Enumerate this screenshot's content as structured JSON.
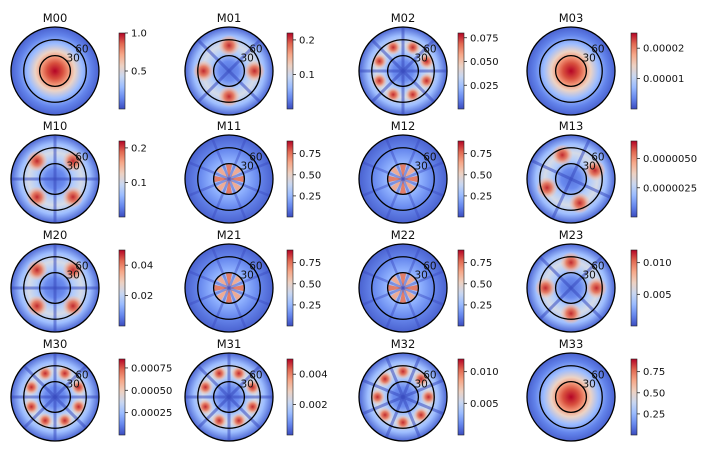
{
  "chart_data": {
    "type": "heatmap",
    "layout": {
      "rows": 4,
      "cols": 4
    },
    "colormap": "coolwarm",
    "radial_labels": [
      "30",
      "60"
    ],
    "panels": [
      {
        "title": "M00",
        "pattern": {
          "kind": "center"
        },
        "ticks": [
          {
            "v": 0.5,
            "l": "0.5"
          },
          {
            "v": 1.0,
            "l": "1.0"
          }
        ],
        "vmax": 1.0
      },
      {
        "title": "M01",
        "pattern": {
          "kind": "ring",
          "m": 4,
          "rot": 0
        },
        "ticks": [
          {
            "v": 0.1,
            "l": "0.1"
          },
          {
            "v": 0.2,
            "l": "0.2"
          }
        ],
        "vmax": 0.22
      },
      {
        "title": "M02",
        "pattern": {
          "kind": "ring",
          "m": 8,
          "rot": 22.5
        },
        "ticks": [
          {
            "v": 0.025,
            "l": "0.025"
          },
          {
            "v": 0.05,
            "l": "0.050"
          },
          {
            "v": 0.075,
            "l": "0.075"
          }
        ],
        "vmax": 0.08
      },
      {
        "title": "M03",
        "pattern": {
          "kind": "center"
        },
        "ticks": [
          {
            "v": 1e-05,
            "l": "0.00001"
          },
          {
            "v": 2e-05,
            "l": "0.00002"
          }
        ],
        "vmax": 2.5e-05
      },
      {
        "title": "M10",
        "pattern": {
          "kind": "ring",
          "m": 4,
          "rot": 45
        },
        "ticks": [
          {
            "v": 0.1,
            "l": "0.1"
          },
          {
            "v": 0.2,
            "l": "0.2"
          }
        ],
        "vmax": 0.22
      },
      {
        "title": "M11",
        "pattern": {
          "kind": "inner",
          "m": 8
        },
        "ticks": [
          {
            "v": 0.25,
            "l": "0.25"
          },
          {
            "v": 0.5,
            "l": "0.50"
          },
          {
            "v": 0.75,
            "l": "0.75"
          }
        ],
        "vmax": 0.9
      },
      {
        "title": "M12",
        "pattern": {
          "kind": "inner",
          "m": 8
        },
        "ticks": [
          {
            "v": 0.25,
            "l": "0.25"
          },
          {
            "v": 0.5,
            "l": "0.50"
          },
          {
            "v": 0.75,
            "l": "0.75"
          }
        ],
        "vmax": 0.9
      },
      {
        "title": "M13",
        "pattern": {
          "kind": "ring",
          "m": 4,
          "rot": 20
        },
        "ticks": [
          {
            "v": 2.5e-06,
            "l": "0.0000025"
          },
          {
            "v": 5e-06,
            "l": "0.0000050"
          }
        ],
        "vmax": 6.5e-06
      },
      {
        "title": "M20",
        "pattern": {
          "kind": "ring",
          "m": 4,
          "rot": 45
        },
        "ticks": [
          {
            "v": 0.02,
            "l": "0.02"
          },
          {
            "v": 0.04,
            "l": "0.04"
          }
        ],
        "vmax": 0.05
      },
      {
        "title": "M21",
        "pattern": {
          "kind": "inner",
          "m": 8
        },
        "ticks": [
          {
            "v": 0.25,
            "l": "0.25"
          },
          {
            "v": 0.5,
            "l": "0.50"
          },
          {
            "v": 0.75,
            "l": "0.75"
          }
        ],
        "vmax": 0.9
      },
      {
        "title": "M22",
        "pattern": {
          "kind": "inner",
          "m": 8
        },
        "ticks": [
          {
            "v": 0.25,
            "l": "0.25"
          },
          {
            "v": 0.5,
            "l": "0.50"
          },
          {
            "v": 0.75,
            "l": "0.75"
          }
        ],
        "vmax": 0.9
      },
      {
        "title": "M23",
        "pattern": {
          "kind": "ring",
          "m": 4,
          "rot": 0
        },
        "ticks": [
          {
            "v": 0.005,
            "l": "0.005"
          },
          {
            "v": 0.01,
            "l": "0.010"
          }
        ],
        "vmax": 0.012
      },
      {
        "title": "M30",
        "pattern": {
          "kind": "ring",
          "m": 8,
          "rot": 22.5
        },
        "ticks": [
          {
            "v": 0.00025,
            "l": "0.00025"
          },
          {
            "v": 0.0005,
            "l": "0.00050"
          },
          {
            "v": 0.00075,
            "l": "0.00075"
          }
        ],
        "vmax": 0.00085
      },
      {
        "title": "M31",
        "pattern": {
          "kind": "ring",
          "m": 8,
          "rot": 22.5
        },
        "ticks": [
          {
            "v": 0.002,
            "l": "0.002"
          },
          {
            "v": 0.004,
            "l": "0.004"
          }
        ],
        "vmax": 0.005
      },
      {
        "title": "M32",
        "pattern": {
          "kind": "ring",
          "m": 8,
          "rot": 0
        },
        "ticks": [
          {
            "v": 0.005,
            "l": "0.005"
          },
          {
            "v": 0.01,
            "l": "0.010"
          }
        ],
        "vmax": 0.012
      },
      {
        "title": "M33",
        "pattern": {
          "kind": "center"
        },
        "ticks": [
          {
            "v": 0.25,
            "l": "0.25"
          },
          {
            "v": 0.5,
            "l": "0.50"
          },
          {
            "v": 0.75,
            "l": "0.75"
          }
        ],
        "vmax": 0.9
      }
    ]
  }
}
